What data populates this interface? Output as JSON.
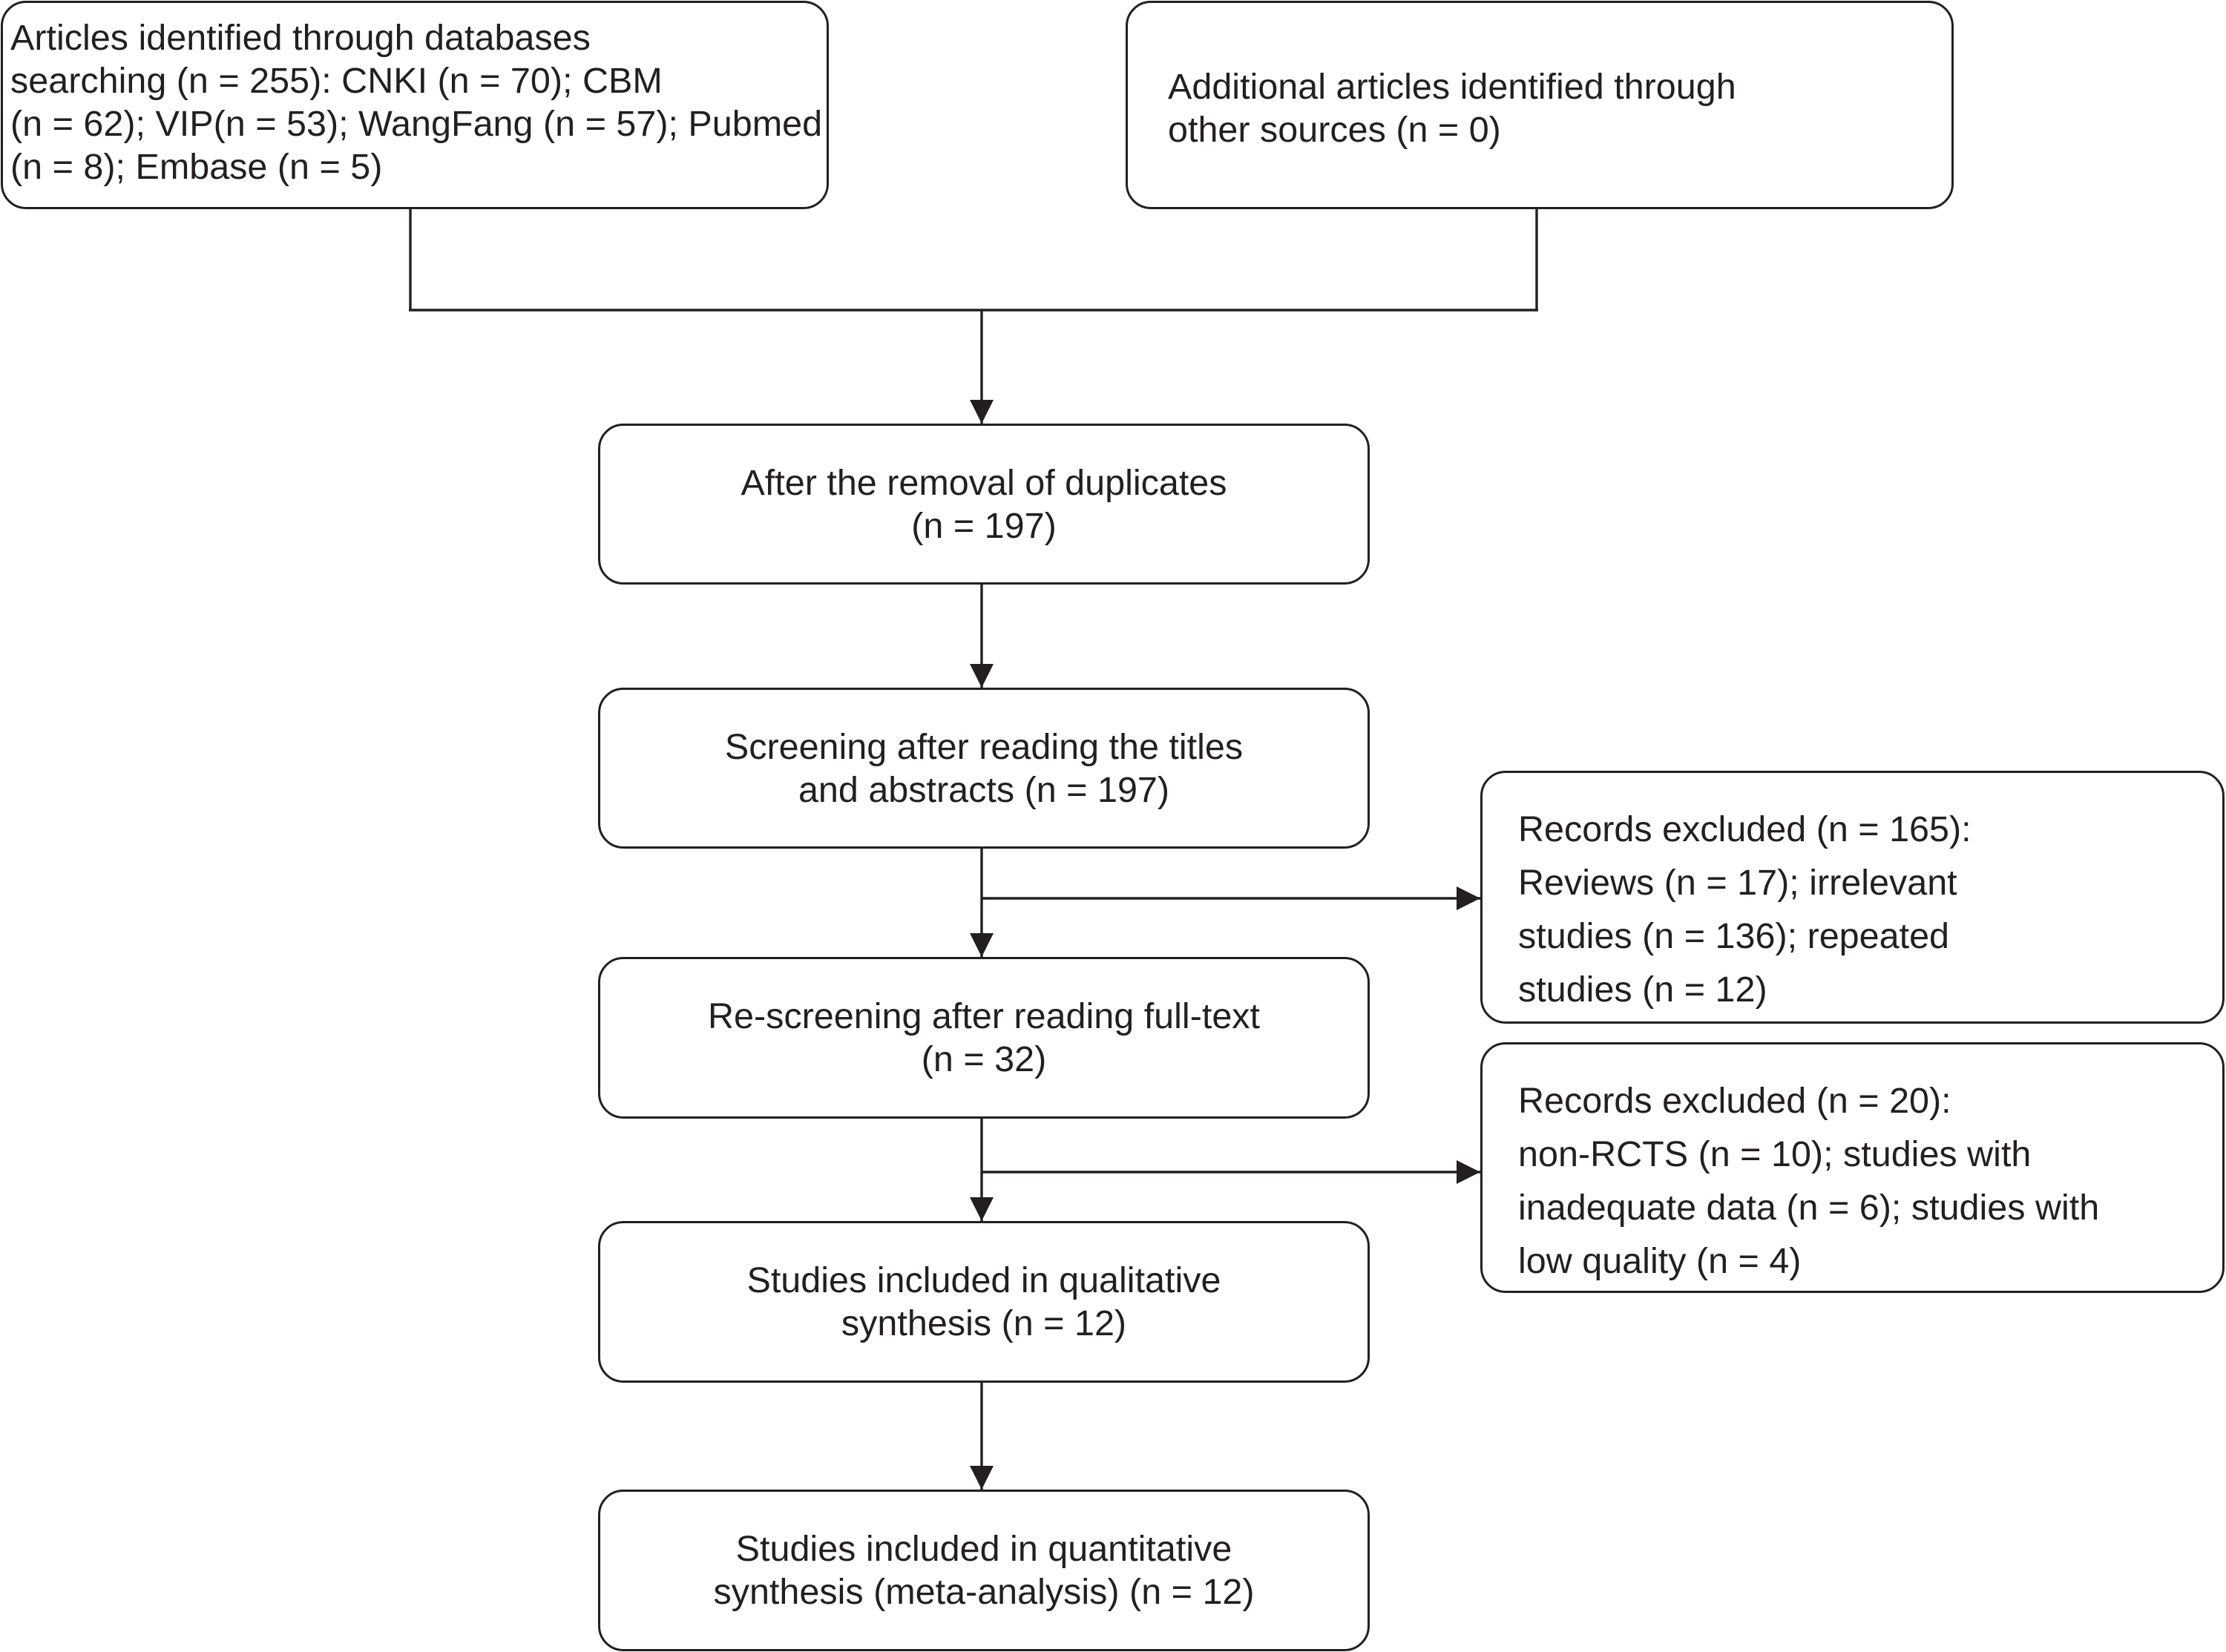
{
  "boxes": {
    "databases": {
      "lines": [
        "Articles identified through databases",
        "searching (n = 255): CNKI (n = 70); CBM",
        "(n = 62); VIP(n = 53); WangFang (n = 57); Pubmed",
        "(n = 8); Embase (n = 5)"
      ]
    },
    "other_sources": {
      "lines": [
        "Additional articles identified through",
        "other sources (n = 0)"
      ]
    },
    "duplicates_removed": {
      "lines": [
        "After the removal of duplicates",
        "(n = 197)"
      ]
    },
    "title_abstract_screening": {
      "lines": [
        "Screening after reading the titles",
        "and abstracts (n = 197)"
      ]
    },
    "full_text_rescreening": {
      "lines": [
        "Re-screening after reading full-text",
        "(n = 32)"
      ]
    },
    "qualitative_synthesis": {
      "lines": [
        "Studies included in qualitative",
        "synthesis (n = 12)"
      ]
    },
    "quantitative_synthesis": {
      "lines": [
        "Studies included in quantitative",
        "synthesis (meta-analysis) (n = 12)"
      ]
    },
    "excluded_screening": {
      "lines": [
        "Records excluded (n = 165):",
        "Reviews (n = 17); irrelevant",
        "studies (n = 136); repeated",
        "studies (n = 12)"
      ]
    },
    "excluded_fulltext": {
      "lines": [
        "Records excluded (n = 20):",
        "non-RCTS (n = 10); studies with",
        "inadequate data (n = 6); studies with",
        "low quality (n = 4)"
      ]
    }
  },
  "colors": {
    "stroke": "#231f20",
    "background": "#ffffff",
    "text": "#231f20"
  }
}
